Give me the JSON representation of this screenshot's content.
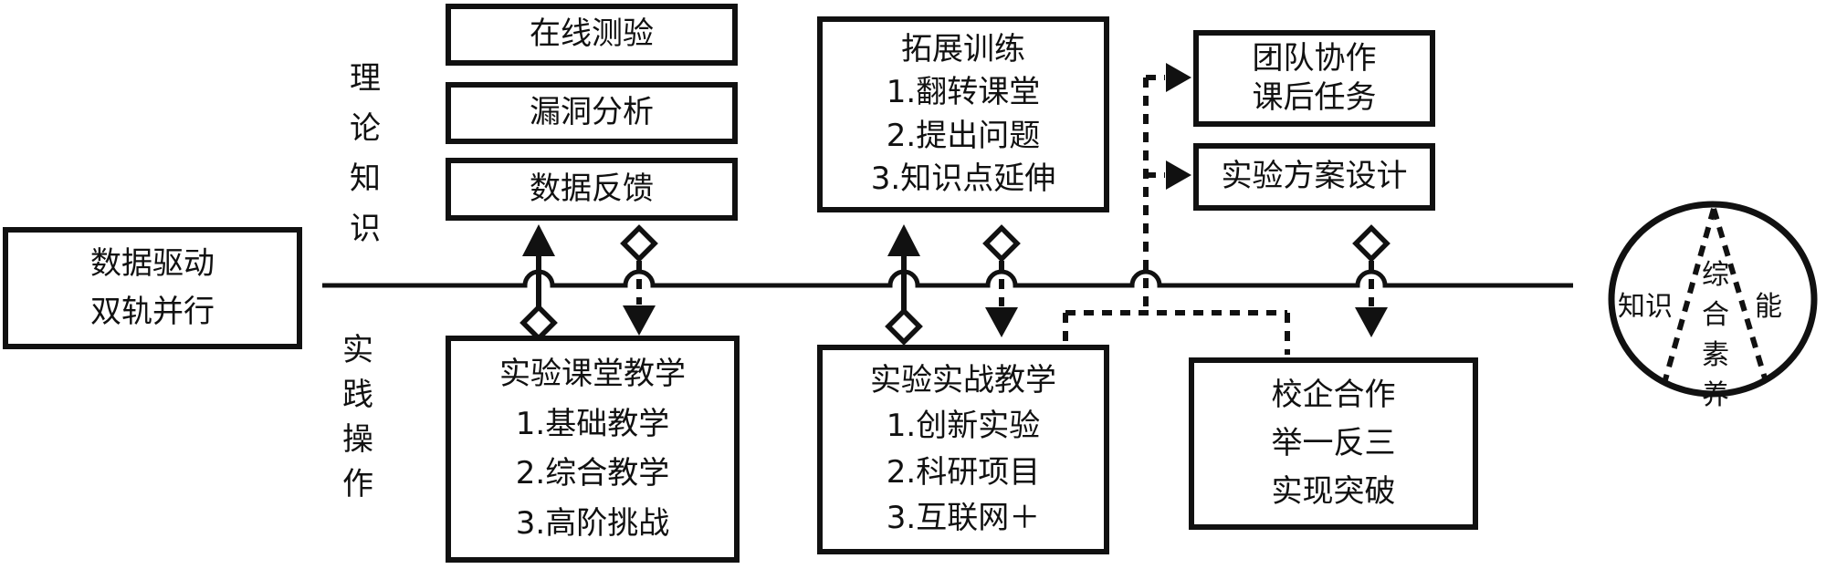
{
  "diagram": {
    "colors": {
      "ink": "#111111",
      "background": "#ffffff"
    },
    "left_box": {
      "lines": [
        "数据驱动",
        "双轨并行"
      ]
    },
    "theory_label": {
      "chars": [
        "理",
        "论",
        "知",
        "识"
      ]
    },
    "practice_label": {
      "chars": [
        "实",
        "践",
        "操",
        "作"
      ]
    },
    "theory_boxes": [
      {
        "label": "在线测验"
      },
      {
        "label": "漏洞分析"
      },
      {
        "label": "数据反馈"
      }
    ],
    "expand_box": {
      "lines": [
        "拓展训练",
        "1.翻转课堂",
        "2.提出问题",
        "3.知识点延伸"
      ]
    },
    "teamwork_box": {
      "lines": [
        "团队协作",
        "课后任务"
      ]
    },
    "scheme_box": {
      "label": "实验方案设计"
    },
    "practice_class_box": {
      "lines": [
        "实验课堂教学",
        "1.基础教学",
        "2.综合教学",
        "3.高阶挑战"
      ]
    },
    "practice_combat_box": {
      "lines": [
        "实验实战教学",
        "1.创新实验",
        "2.科研项目",
        "3.互联网＋"
      ]
    },
    "cooperation_box": {
      "lines": [
        "校企合作",
        "举一反三",
        "实现突破"
      ]
    },
    "goal_circle": {
      "left_label": "知识",
      "center_chars": [
        "综",
        "合",
        "素",
        "养"
      ],
      "right_label": "能"
    }
  }
}
